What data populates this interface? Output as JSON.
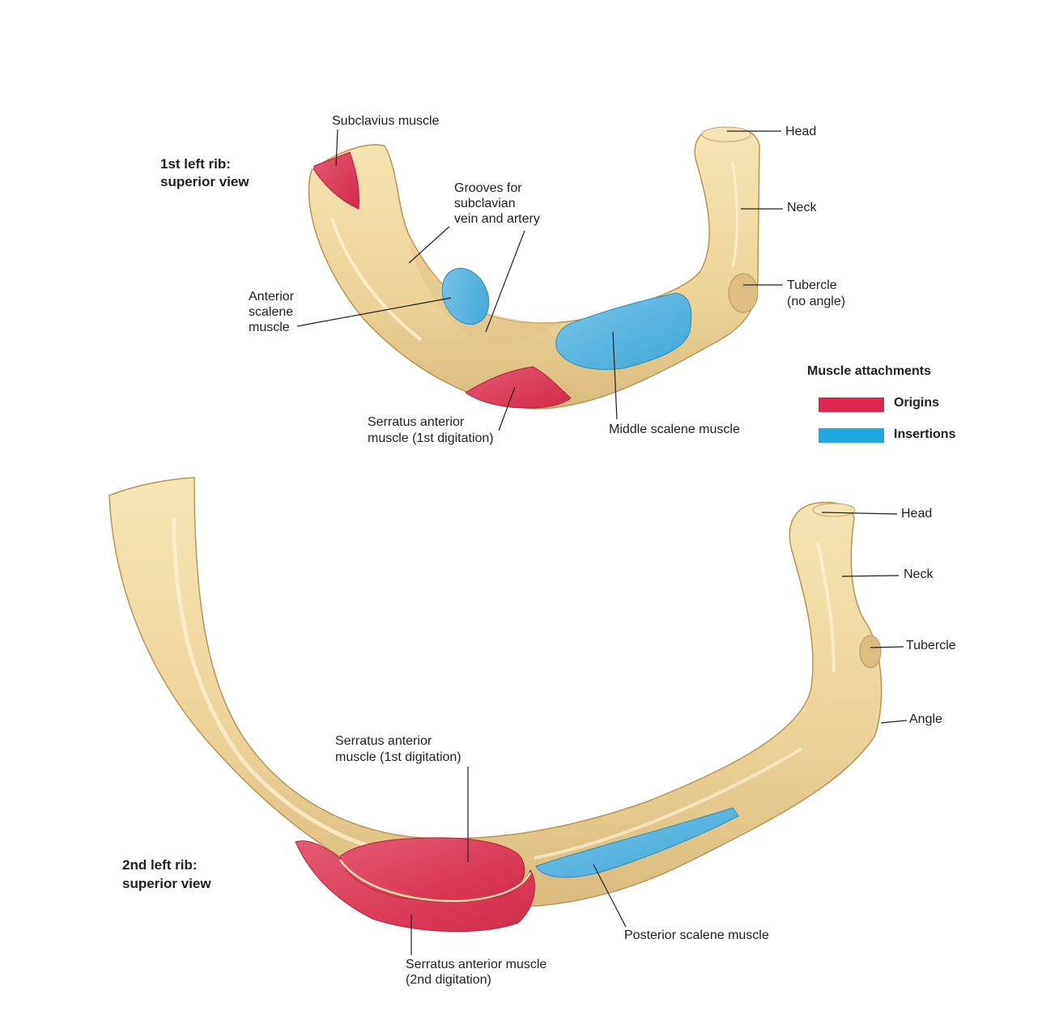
{
  "colors": {
    "bone": "#ecd498",
    "bone_shadow": "#d6b677",
    "bone_outline": "#b8965a",
    "origin_red": "#dc2850",
    "insertion_blue": "#22a8e0",
    "leader_line": "#231f20"
  },
  "rib1": {
    "title": [
      "1st left rib:",
      "superior view"
    ],
    "labels": {
      "subclavius": [
        "Subclavius muscle"
      ],
      "head": [
        "Head"
      ],
      "grooves": [
        "Grooves for",
        "subclavian",
        "vein and artery"
      ],
      "neck": [
        "Neck"
      ],
      "anterior_scalene": [
        "Anterior",
        "scalene",
        "muscle"
      ],
      "tubercle": [
        "Tubercle",
        "(no angle)"
      ],
      "serratus": [
        "Serratus anterior",
        "muscle (1st digitation)"
      ],
      "middle_scalene": [
        "Middle scalene muscle"
      ]
    }
  },
  "legend": {
    "title": "Muscle attachments",
    "items": [
      {
        "label": "Origins",
        "color": "#dc2850"
      },
      {
        "label": "Insertions",
        "color": "#22a8e0"
      }
    ]
  },
  "rib2": {
    "title": [
      "2nd left rib:",
      "superior view"
    ],
    "labels": {
      "head": [
        "Head"
      ],
      "neck": [
        "Neck"
      ],
      "tubercle": [
        "Tubercle"
      ],
      "angle": [
        "Angle"
      ],
      "serratus_1st": [
        "Serratus anterior",
        "muscle (1st digitation)"
      ],
      "posterior_scalene": [
        "Posterior scalene muscle"
      ],
      "serratus_2nd": [
        "Serratus anterior muscle",
        "(2nd digitation)"
      ]
    }
  }
}
